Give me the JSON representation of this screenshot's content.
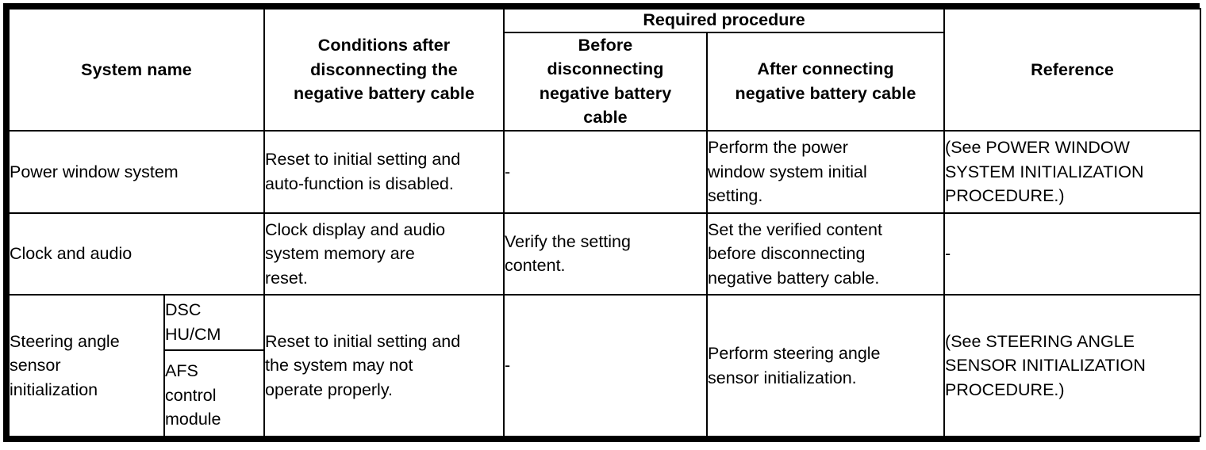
{
  "table": {
    "headers": {
      "system_name": "System name",
      "conditions": "Conditions after\ndisconnecting the\nnegative battery cable",
      "required_procedure": "Required procedure",
      "before_disconnect": "Before\ndisconnecting\nnegative battery\ncable",
      "after_connect": "After connecting\nnegative battery cable",
      "reference": "Reference"
    },
    "rows": [
      {
        "system_name": "Power window system",
        "sub_systems": [],
        "conditions": "Reset to initial setting and\nauto-function is disabled.",
        "before_disconnect": "-",
        "after_connect": "Perform the power\nwindow system initial\nsetting.",
        "reference": "(See POWER WINDOW\nSYSTEM INITIALIZATION\nPROCEDURE.)"
      },
      {
        "system_name": "Clock and audio",
        "sub_systems": [],
        "conditions": "Clock display and audio\nsystem memory are\nreset.",
        "before_disconnect": "Verify the setting\ncontent.",
        "after_connect": "Set the verified content\nbefore disconnecting\nnegative battery cable.",
        "reference": "-"
      },
      {
        "system_name": "Steering angle\nsensor\ninitialization",
        "sub_systems": [
          "DSC\nHU/CM",
          "AFS\ncontrol\nmodule"
        ],
        "conditions": "Reset to initial setting and\nthe system may not\noperate properly.",
        "before_disconnect": "-",
        "after_connect": "Perform steering angle\nsensor initialization.",
        "reference": "(See STEERING ANGLE\nSENSOR INITIALIZATION\nPROCEDURE.)"
      }
    ]
  },
  "style": {
    "border_color": "#000000",
    "background_color": "#ffffff",
    "text_color": "#000000"
  }
}
